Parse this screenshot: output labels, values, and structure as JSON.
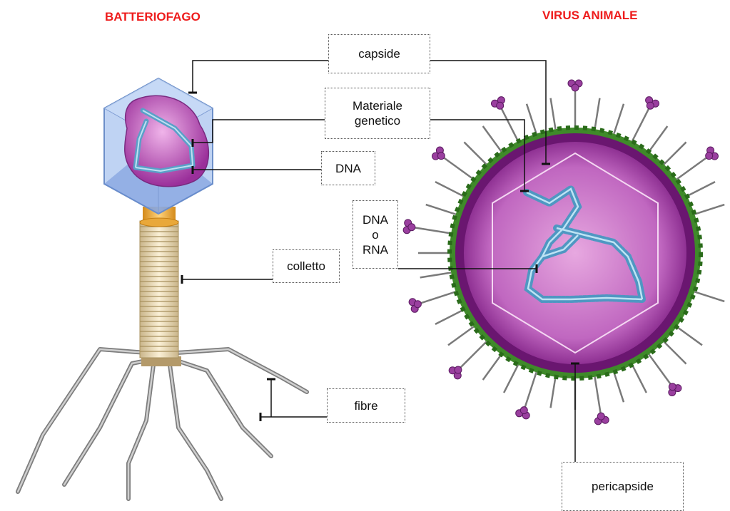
{
  "titles": {
    "left": "BATTERIOFAGO",
    "right": "VIRUS ANIMALE"
  },
  "labels": {
    "capside": "capside",
    "materiale_genetico": "Materiale\ngenetico",
    "dna": "DNA",
    "dna_o_rna": "DNA\no\nRNA",
    "colletto": "colletto",
    "fibre": "fibre",
    "pericapside": "pericapside"
  },
  "colors": {
    "title": "#ee1c1c",
    "virus_core": "#8a1f8f",
    "envelope": "#2e7d1e",
    "spike_head": "#9a3f9f",
    "dna_blue": "#6fb3d6"
  }
}
